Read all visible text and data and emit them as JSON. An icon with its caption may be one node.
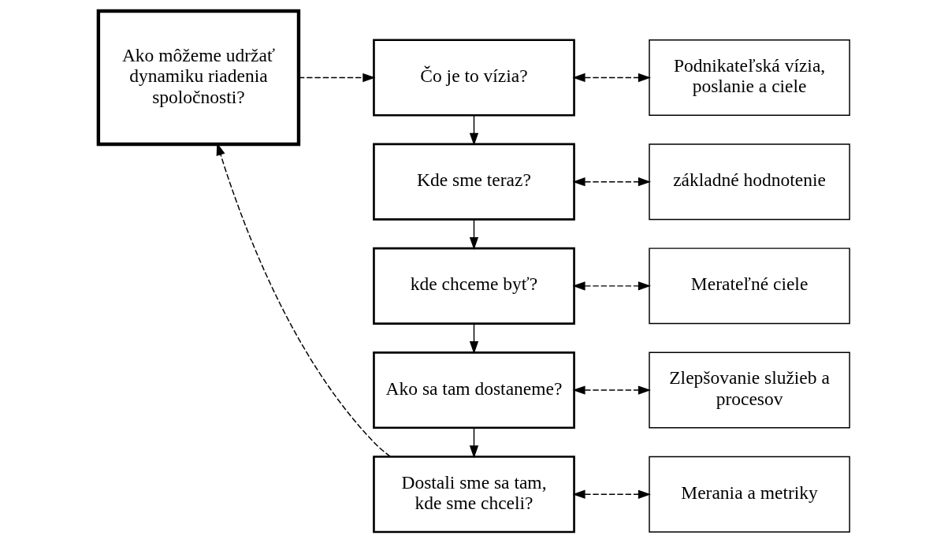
{
  "diagram": {
    "nodes": [
      {
        "text": [
          "Ako môžeme udržať dynamiku riadenia spoločnosti?"
        ]
      },
      {
        "text": [
          "Čo je to vízia?"
        ]
      },
      {
        "text": [
          "Kde sme teraz?"
        ]
      },
      {
        "text": [
          "kde chceme byť?"
        ]
      },
      {
        "text": [
          "Ako sa tam dostaneme?"
        ]
      },
      {
        "text": [
          "Dostali sme sa tam, kde sme chceli?"
        ]
      },
      {
        "text": [
          "Podnikateľská vízia, poslanie a ciele"
        ]
      },
      {
        "text": [
          "základné hodnotenie"
        ]
      },
      {
        "text": [
          "Merateľné ciele"
        ]
      },
      {
        "text": [
          "Zlepšovanie služieb a procesov"
        ]
      },
      {
        "text": [
          "Merania a metriky"
        ]
      }
    ],
    "edges": [
      {
        "from": 0,
        "to": 1,
        "arrow": "to",
        "style": "dashed"
      },
      {
        "from": 1,
        "to": 2,
        "arrow": "to"
      },
      {
        "from": 2,
        "to": 3,
        "arrow": "to"
      },
      {
        "from": 3,
        "to": 4,
        "arrow": "to"
      },
      {
        "from": 4,
        "to": 5,
        "arrow": "to"
      },
      {
        "from": 1,
        "to": 6,
        "arrow": "both",
        "style": "dashed"
      },
      {
        "from": 2,
        "to": 7,
        "arrow": "both",
        "style": "dashed"
      },
      {
        "from": 3,
        "to": 8,
        "arrow": "both",
        "style": "dashed"
      },
      {
        "from": 4,
        "to": 9,
        "arrow": "both",
        "style": "dashed"
      },
      {
        "from": 5,
        "to": 10,
        "arrow": "both",
        "style": "dashed"
      },
      {
        "from": 5,
        "to": 0,
        "arrow": "to",
        "style": "dashed"
      }
    ]
  }
}
